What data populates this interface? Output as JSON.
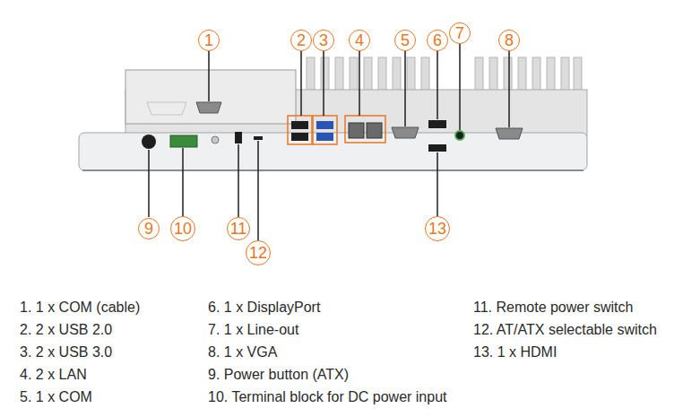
{
  "diagram": {
    "nodes": [
      {
        "text": [
          "1"
        ]
      },
      {
        "text": [
          "2"
        ]
      },
      {
        "text": [
          "3"
        ]
      },
      {
        "text": [
          "4"
        ]
      },
      {
        "text": [
          "5"
        ]
      },
      {
        "text": [
          "6"
        ]
      },
      {
        "text": [
          "7"
        ]
      },
      {
        "text": [
          "8"
        ]
      },
      {
        "text": [
          "9"
        ]
      },
      {
        "text": [
          "10"
        ]
      },
      {
        "text": [
          "11"
        ]
      },
      {
        "text": [
          "12"
        ]
      },
      {
        "text": [
          "13"
        ]
      }
    ],
    "labels": [
      "1. 1 x COM (cable)",
      "2. 2 x USB 2.0",
      "3. 2 x USB 3.0",
      "4. 2 x LAN",
      "5. 1 x COM",
      "6. 1 x DisplayPort",
      "7. 1 x Line-out",
      "8. 1 x VGA",
      "9. Power button (ATX)",
      "10. Terminal block for DC power input",
      "11. Remote power switch",
      "12. AT/ATX selectable switch",
      "13. 1 x HDMI"
    ]
  }
}
